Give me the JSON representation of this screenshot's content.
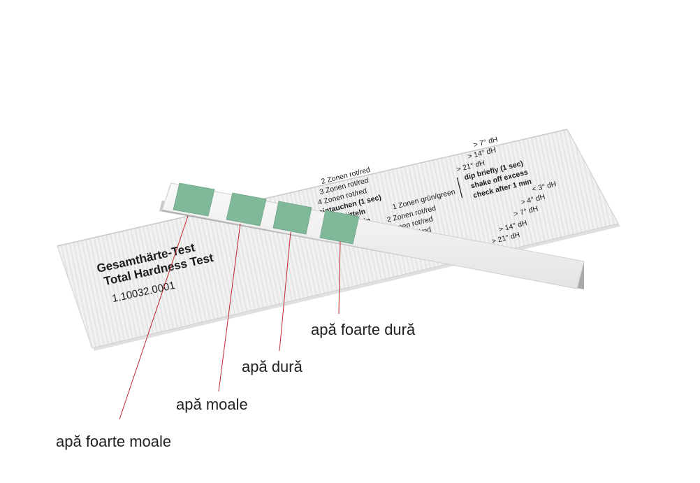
{
  "packet": {
    "title_de": "Gesamthärte-Test",
    "title_en": "Total Hardness Test",
    "catalog_number": "1.10032.0001",
    "instructions": [
      "2 Zonen rot/red",
      "3 Zonen rot/red",
      "4 Zonen rot/red",
      "eintauchen (1 sec)",
      "abschütteln",
      "nach 1 min",
      "1 Zonen grün/green",
      "2 Zonen rot/red",
      "3 Zonen rot/red",
      "4 Zonen rot/red"
    ],
    "instructions_en": [
      "dip briefly (1 sec)",
      "shake off excess",
      "check after 1 min"
    ],
    "thresholds_red": [
      "> 7° dH",
      "> 14° dH",
      "> 21° dH"
    ],
    "thresholds_green": [
      "< 3° dH",
      "> 4° dH",
      "> 7° dH",
      "> 14° dH",
      "> 21° dH"
    ]
  },
  "annotations": [
    {
      "label": "apă foarte moale"
    },
    {
      "label": "apă moale"
    },
    {
      "label": "apă dură"
    },
    {
      "label": "apă foarte dură"
    }
  ],
  "colors": {
    "pad_green": "#7fb99a",
    "leader_line": "#c0272d",
    "packet_paper": "#f1f2f2"
  }
}
